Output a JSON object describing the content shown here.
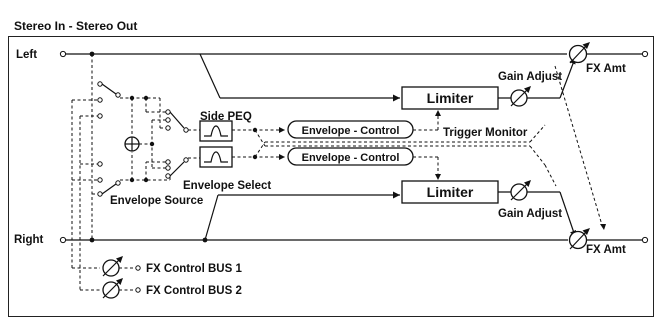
{
  "diagram": {
    "title": "Stereo In - Stereo Out",
    "inputs": {
      "left": "Left",
      "right": "Right"
    },
    "outputs": {
      "fx_amt_top": "FX Amt",
      "fx_amt_bottom": "FX Amt"
    },
    "blocks": {
      "limiter_top": "Limiter",
      "limiter_bottom": "Limiter"
    },
    "controls": {
      "gain_adjust_top": "Gain Adjust",
      "gain_adjust_bottom": "Gain Adjust",
      "side_peq": "Side PEQ",
      "envelope_control_top": "Envelope - Control",
      "envelope_control_bottom": "Envelope - Control",
      "trigger_monitor": "Trigger Monitor",
      "envelope_select": "Envelope Select",
      "envelope_source": "Envelope Source",
      "fx_control_bus_1": "FX Control BUS 1",
      "fx_control_bus_2": "FX Control BUS 2"
    },
    "icons": [
      "knob-arrow-icon",
      "summing-node-icon",
      "peq-filter-icon",
      "switch-icon"
    ]
  }
}
